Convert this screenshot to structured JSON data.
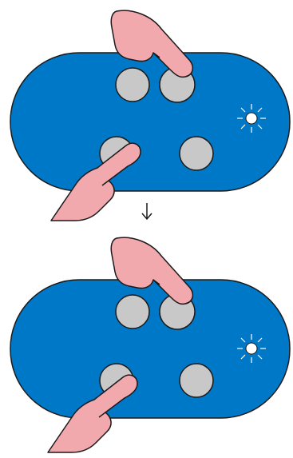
{
  "colors": {
    "background": "#ffffff",
    "device_body": "#0078c8",
    "outline": "#1a1a1a",
    "button_fill": "#c8c8c8",
    "finger_fill": "#f2a9ae",
    "indicator_light": "#ffffff"
  },
  "icons": {
    "step_arrow": "down-arrow-icon",
    "indicator": "led-blink-icon",
    "pointer": "pointing-finger-icon"
  },
  "steps": [
    {
      "name": "step-1",
      "pressed_buttons": [
        "top-right",
        "bottom-left"
      ],
      "light_blinking": true
    },
    {
      "name": "step-2",
      "pressed_buttons": [
        "top-right",
        "bottom-left"
      ],
      "light_blinking": true
    }
  ],
  "buttons": [
    "top-left",
    "top-right",
    "bottom-left",
    "bottom-right"
  ]
}
